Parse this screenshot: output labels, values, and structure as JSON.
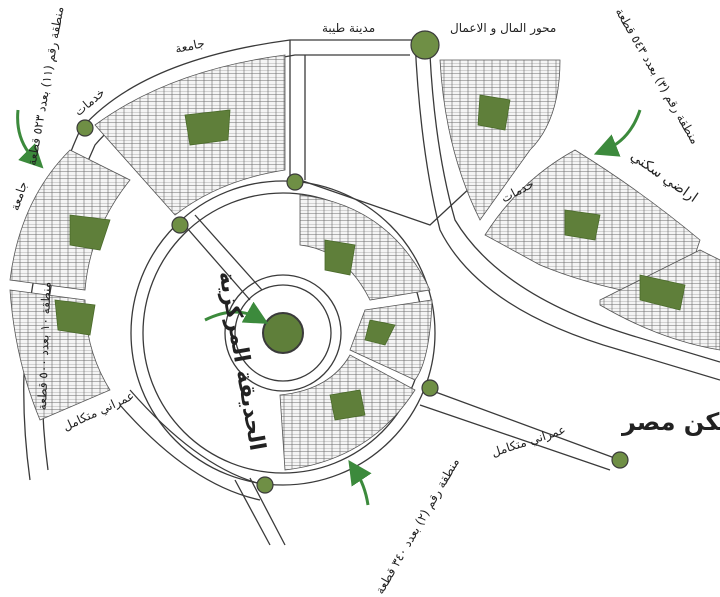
{
  "labels": {
    "madinat_tiba": "مدينة طيبة",
    "mehwar": "محور المال و الاعمال",
    "jamea_top": "جامعة",
    "jamea_left": "جامعة",
    "khadamat_left": "خدمات",
    "khadamat_right": "خدمات",
    "aradi_sakani": "اراضي سكني",
    "central_park": "الحديقة المركزية",
    "omrani_left": "عمراني متكامل",
    "omrani_bottom": "عمراني متكامل",
    "sakan_misr": "سكن مصر",
    "zone_11": "منطقة رقم (١١) بعدد ٥٢٣ قطعة",
    "zone_3": "منطقة رقم (٣) بعدد ٥٤٣ قطعة",
    "zone_2": "منطقة رقم (٢) بعدد ٣٤٠ قطعة",
    "zone_10": "منطقة ١٠ بعدد ٥٠٠ قطعة"
  },
  "colors": {
    "green": "#5f7f3a",
    "green_light": "#6f8f45",
    "arrow": "#3c8a3c",
    "road": "#3a3a3a",
    "lot": "#f2f2f2"
  },
  "icons": [
    "zone-arrow-icon",
    "roundabout-icon"
  ]
}
